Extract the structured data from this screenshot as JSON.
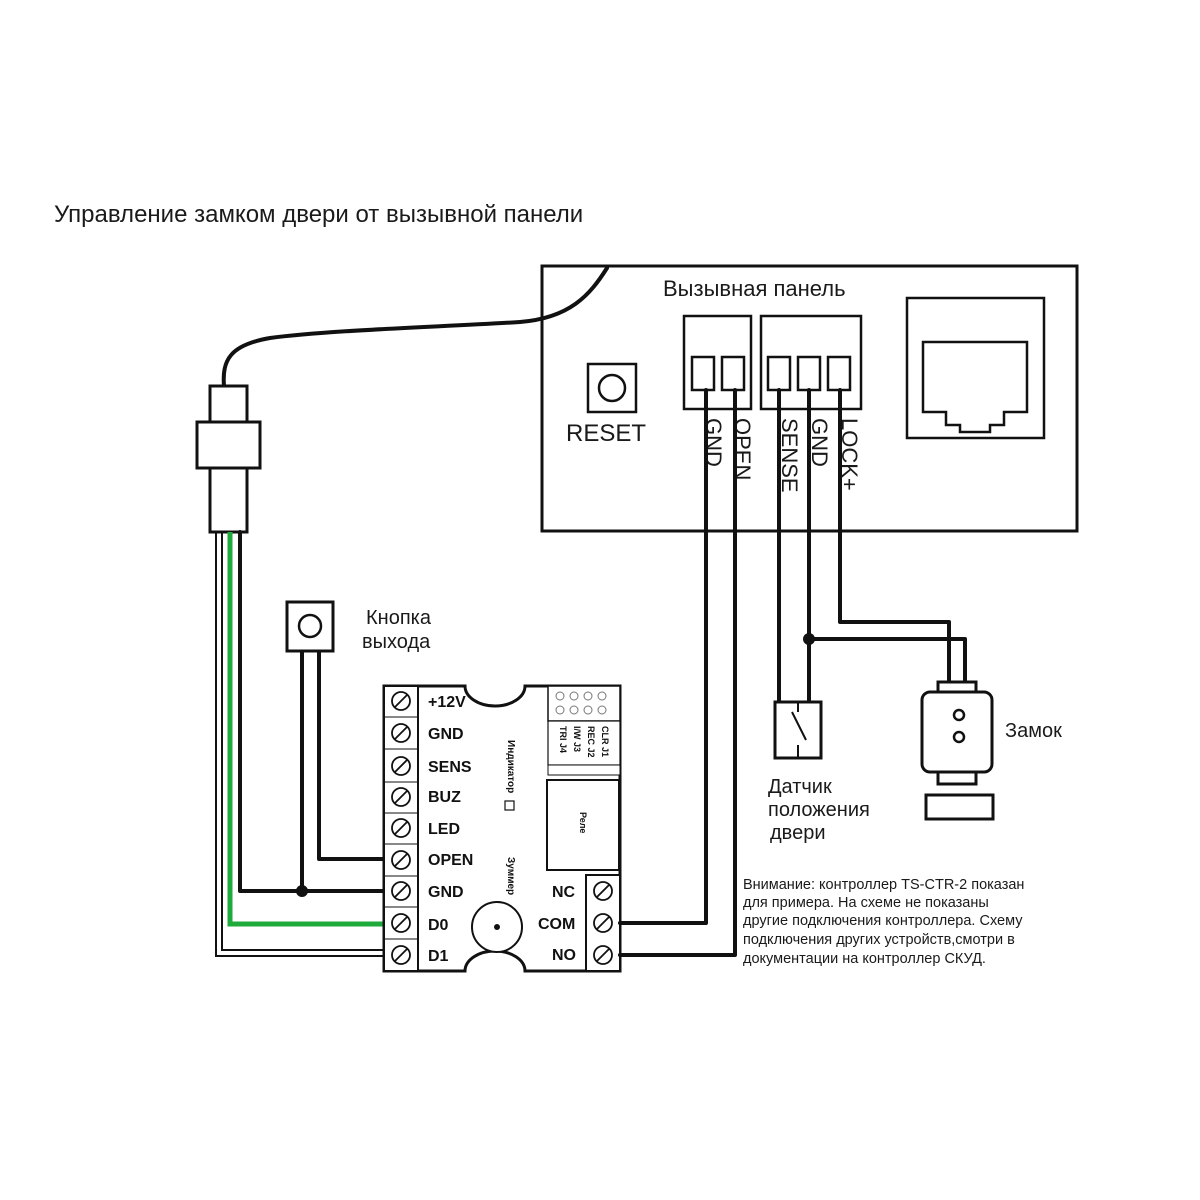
{
  "title": "Управление замком двери от вызывной панели",
  "panel": {
    "label": "Вызывная панель",
    "reset_label": "RESET",
    "terminals": [
      "GND",
      "OPEN",
      "SENSE",
      "GND",
      "LOCK+"
    ]
  },
  "exit_button": {
    "line1": "Кнопка",
    "line2": "выхода"
  },
  "door_sensor": {
    "line1": "Датчик",
    "line2": "положения",
    "line3": "двери"
  },
  "lock": {
    "label": "Замок"
  },
  "controller": {
    "left_terminals": [
      "+12V",
      "GND",
      "SENS",
      "BUZ",
      "LED",
      "OPEN",
      "GND",
      "D0",
      "D1"
    ],
    "right_terminals": [
      "NC",
      "COM",
      "NO"
    ],
    "jumpers": [
      "CLR J1",
      "REC J2",
      "I/W J3",
      "TRI J4"
    ],
    "indicator_label": "Индикатор",
    "buzzer_label": "Зуммер",
    "relay_label": "Реле"
  },
  "note": {
    "lines": [
      "Внимание: контроллер TS-CTR-2 показан",
      "для примера. На схеме не показаны",
      "другие подключения контроллера. Схему",
      "подключения других устройств,смотри в",
      "документации на контроллер СКУД."
    ]
  },
  "colors": {
    "wire": "#111111",
    "green_wire": "#1faa3c",
    "background": "#ffffff"
  }
}
